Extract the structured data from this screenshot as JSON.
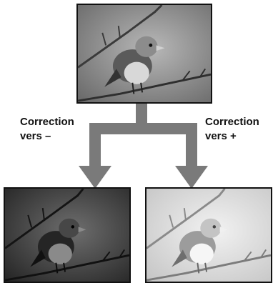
{
  "labels": {
    "left_line1": "Correction",
    "left_line2": "vers –",
    "right_line1": "Correction",
    "right_line2": "vers +"
  },
  "colors": {
    "arrow": "#7a7a7a",
    "frame": "#111111"
  },
  "images": {
    "top": "bird on branch photo (normal exposure)",
    "left": "bird on branch photo (darker)",
    "right": "bird on branch photo (lighter)"
  }
}
